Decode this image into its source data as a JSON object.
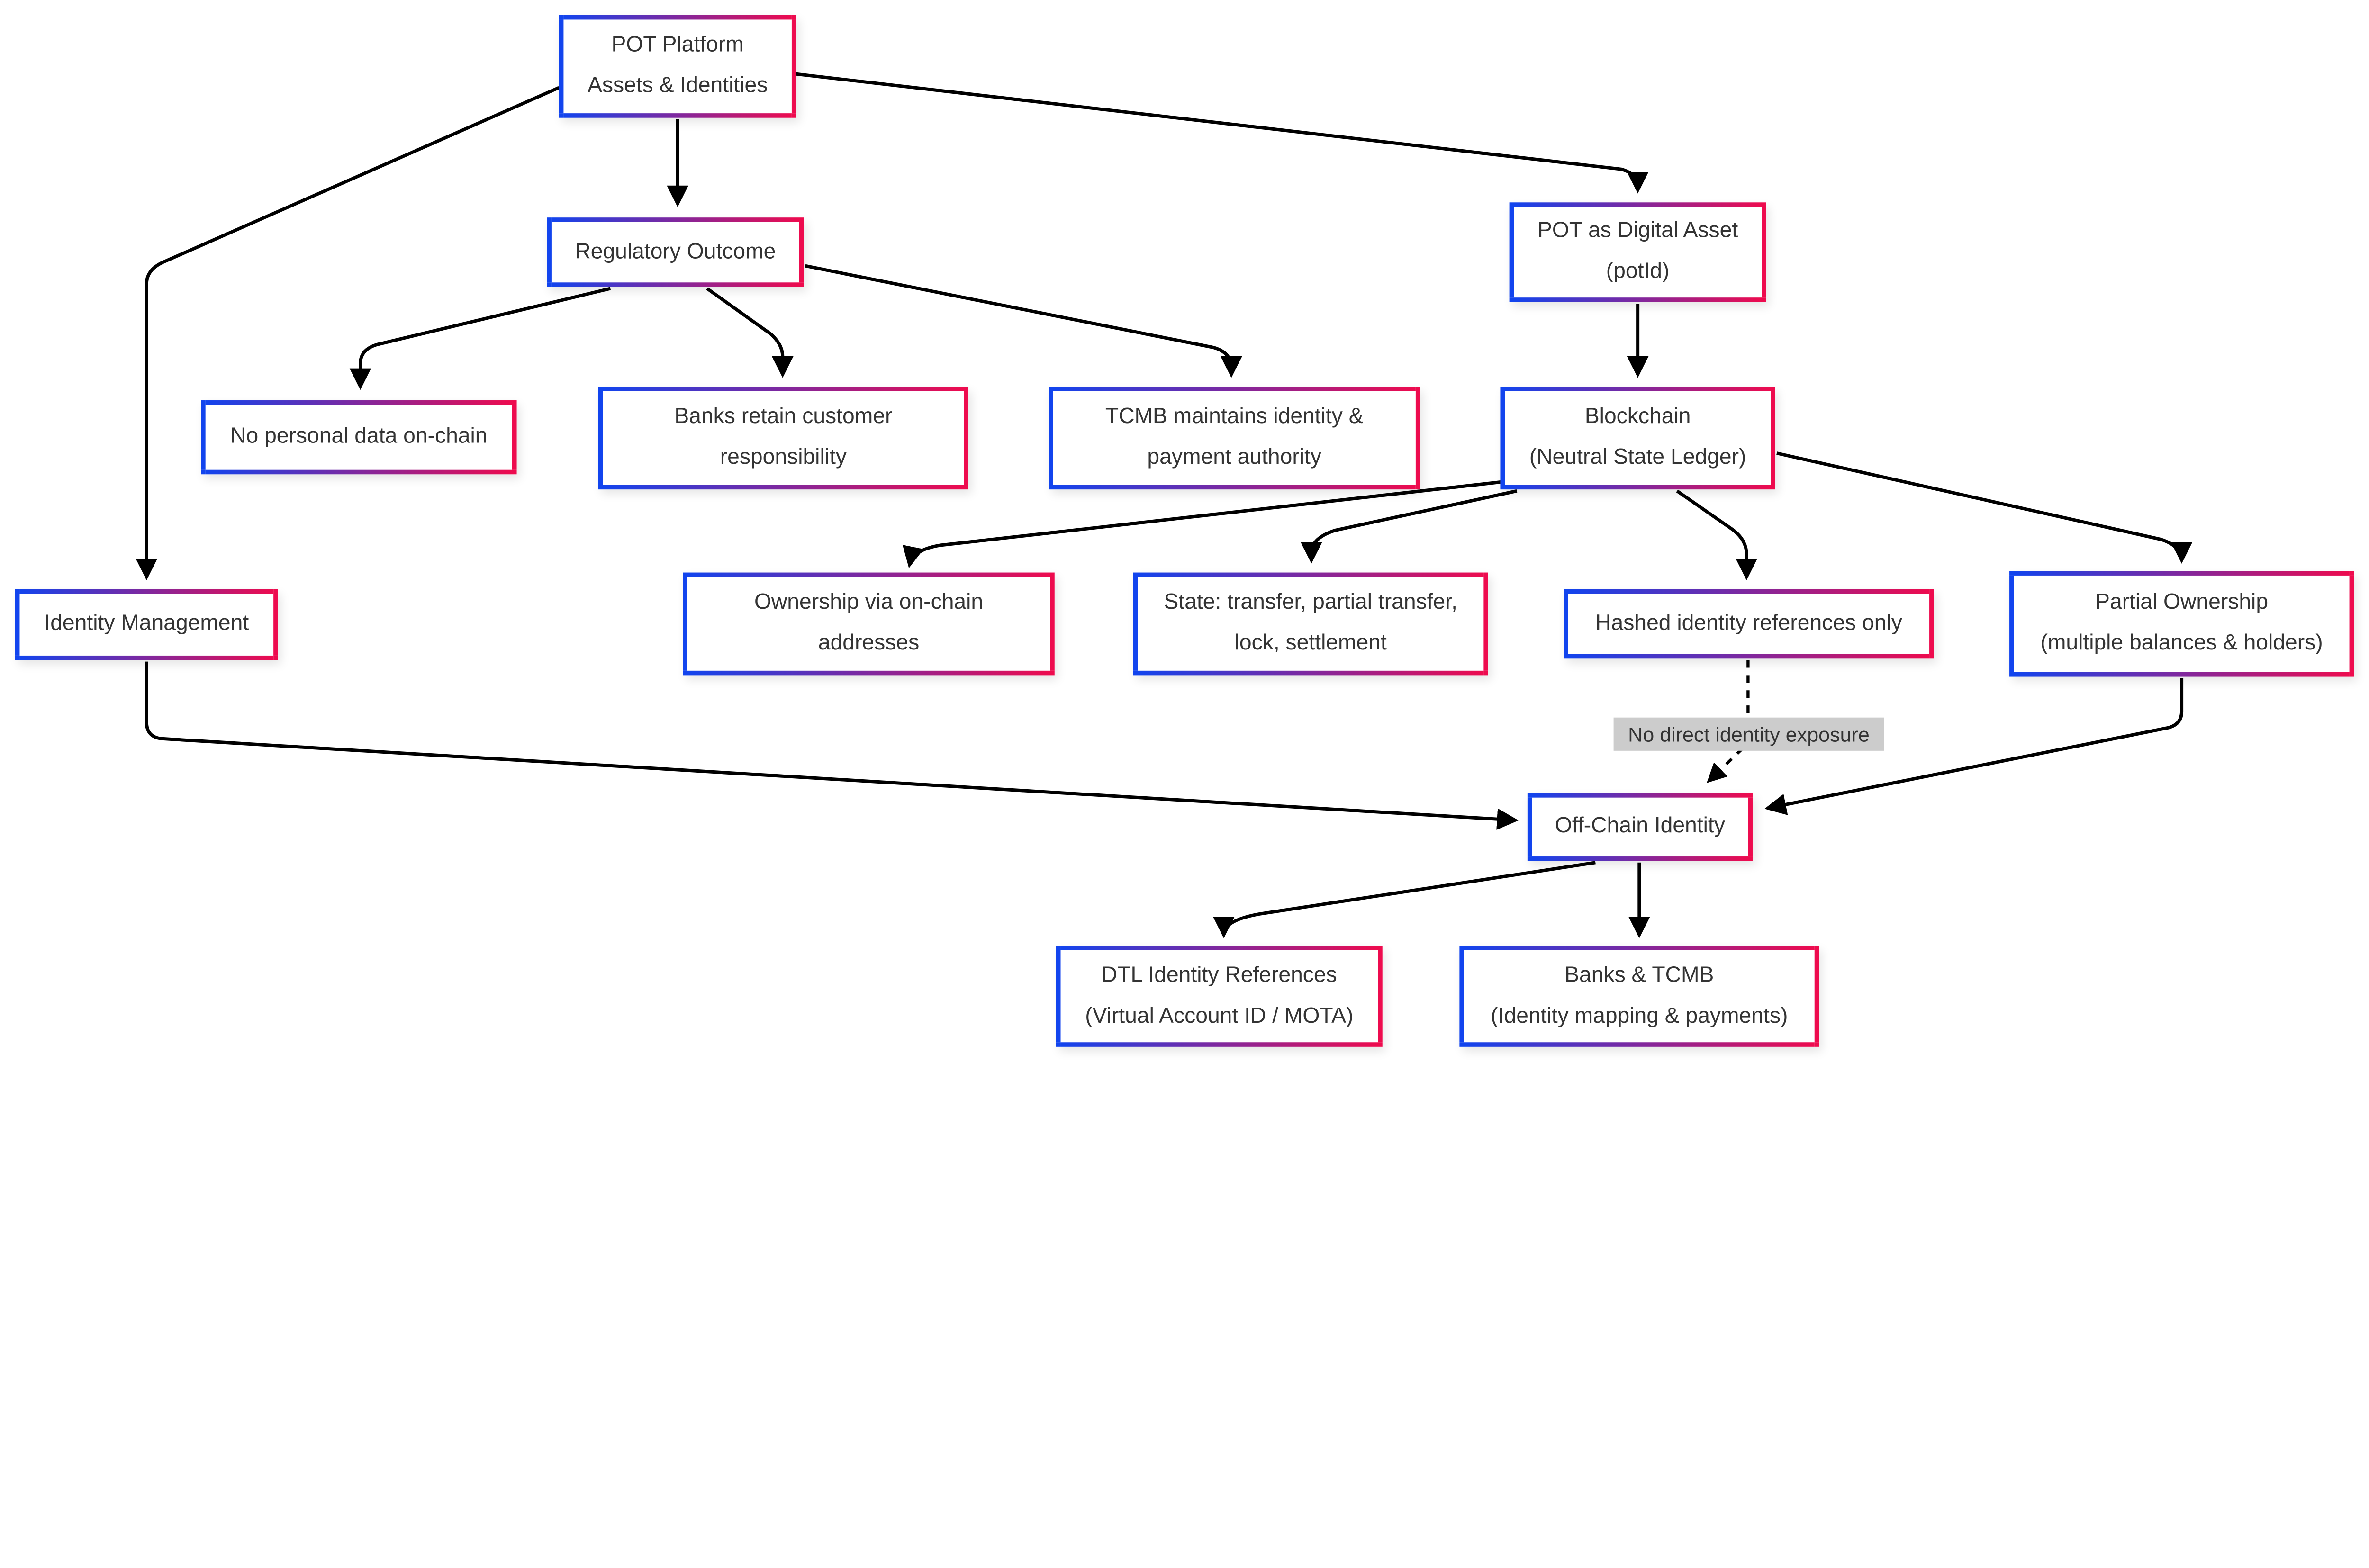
{
  "diagram": {
    "type": "flowchart",
    "description": "POT platform assets and identities flowchart"
  },
  "nodes": {
    "pot_platform": {
      "line1": "POT Platform",
      "line2": "Assets & Identities"
    },
    "regulatory_outcome": {
      "line1": "Regulatory Outcome"
    },
    "pot_digital_asset": {
      "line1": "POT as Digital Asset",
      "line2": "(potId)"
    },
    "no_personal_data": {
      "line1": "No personal data on-chain"
    },
    "banks_retain": {
      "line1": "Banks retain customer",
      "line2": "responsibility"
    },
    "tcmb_authority": {
      "line1": "TCMB maintains identity &",
      "line2": "payment authority"
    },
    "blockchain": {
      "line1": "Blockchain",
      "line2": "(Neutral State Ledger)"
    },
    "identity_management": {
      "line1": "Identity Management"
    },
    "ownership_onchain": {
      "line1": "Ownership via on-chain",
      "line2": "addresses"
    },
    "state_transfer": {
      "line1": "State: transfer, partial transfer,",
      "line2": "lock, settlement"
    },
    "hashed_identity": {
      "line1": "Hashed identity references only"
    },
    "partial_ownership": {
      "line1": "Partial Ownership",
      "line2": "(multiple balances & holders)"
    },
    "off_chain_identity": {
      "line1": "Off-Chain Identity"
    },
    "dtl_identity": {
      "line1": "DTL Identity References",
      "line2": "(Virtual Account ID / MOTA)"
    },
    "banks_tcmb": {
      "line1": "Banks & TCMB",
      "line2": "(Identity mapping & payments)"
    }
  },
  "edge_labels": {
    "no_direct_identity": "No direct identity exposure"
  },
  "colors": {
    "node_border_gradient_start": "#1144ee",
    "node_border_gradient_end": "#ee0b4e",
    "node_background": "#ffffff",
    "text": "#333333",
    "edge": "#000000",
    "edge_label_background": "#cccccc",
    "canvas_background": "#ffffff"
  }
}
